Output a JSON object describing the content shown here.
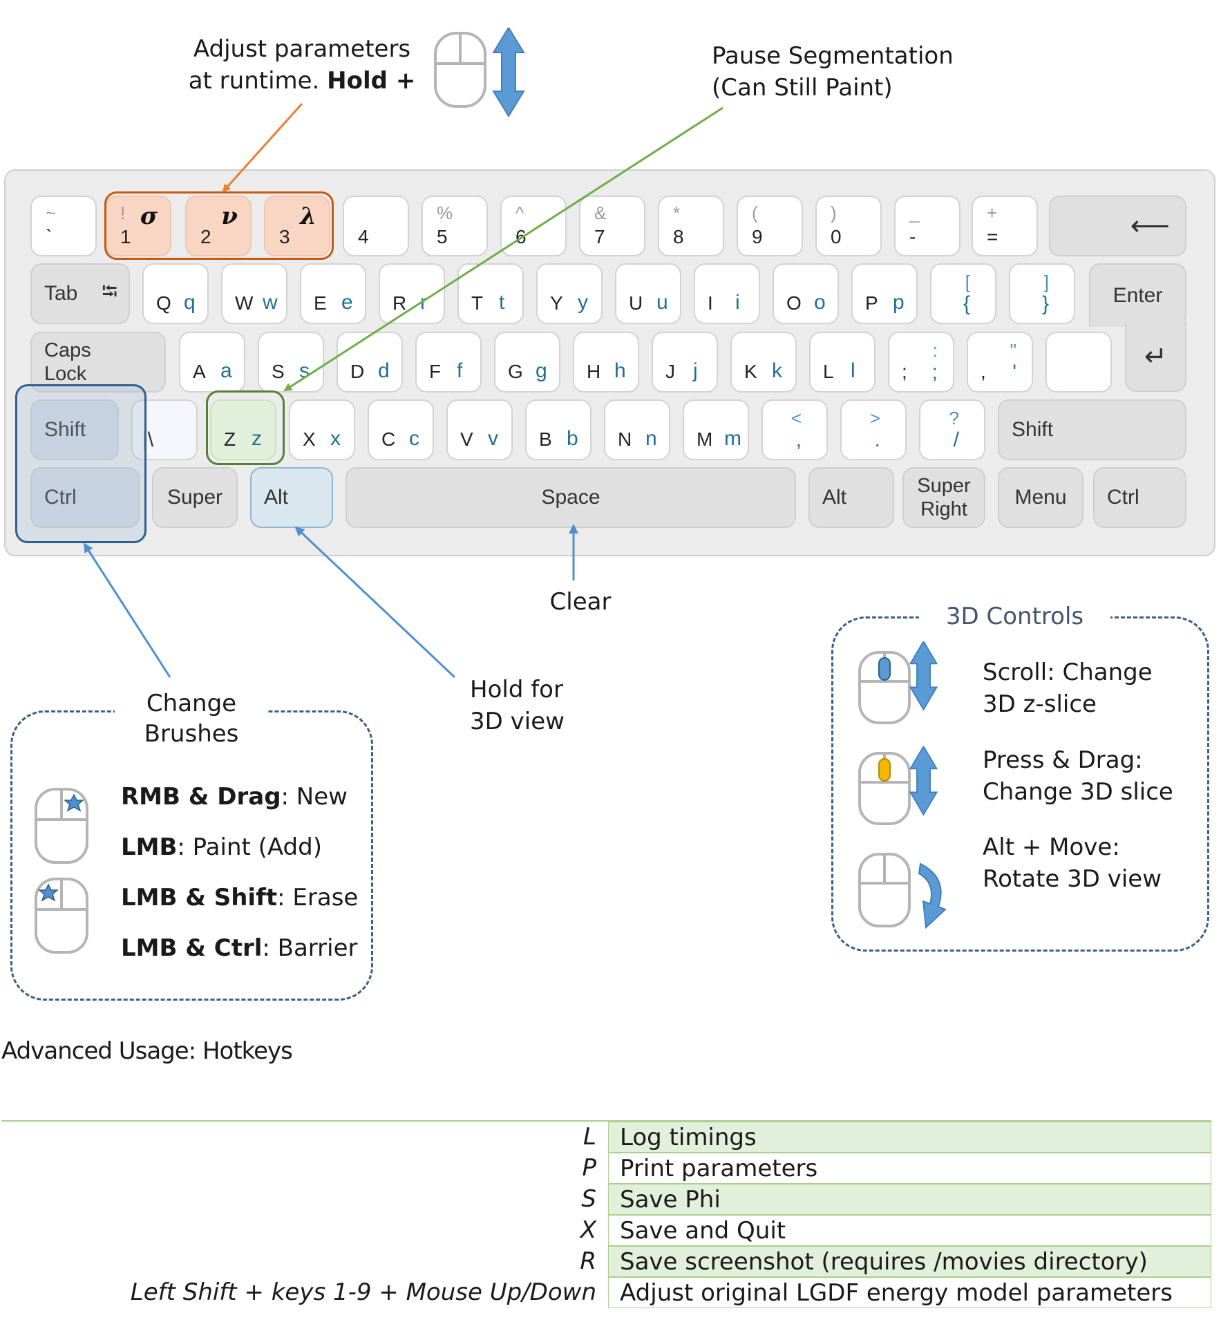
{
  "annotations": {
    "adjust_params": [
      "Adjust parameters",
      "at runtime. ",
      "Hold +"
    ],
    "pause_segmentation": [
      "Pause Segmentation",
      "(Can Still Paint)"
    ],
    "clear": "Clear",
    "hold_3d": [
      "Hold for",
      "3D view"
    ]
  },
  "keyboard": {
    "row1": [
      {
        "shift": "~",
        "base": "`"
      },
      {
        "shift": "!",
        "base": "1",
        "greek": "σ"
      },
      {
        "shift": "",
        "base": "2",
        "greek": "ν"
      },
      {
        "shift": "",
        "base": "3",
        "greek": "λ"
      },
      {
        "shift": "",
        "base": "4"
      },
      {
        "shift": "%",
        "base": "5"
      },
      {
        "shift": "^",
        "base": "6"
      },
      {
        "shift": "&",
        "base": "7"
      },
      {
        "shift": "*",
        "base": "8"
      },
      {
        "shift": "(",
        "base": "9"
      },
      {
        "shift": ")",
        "base": "0"
      },
      {
        "shift": "_",
        "base": "-"
      },
      {
        "shift": "+",
        "base": "="
      }
    ],
    "backspace_glyph": "⟵",
    "tab_label": "Tab",
    "tab_glyph": "⭾",
    "row2_letters": [
      {
        "up": "Q",
        "lo": "q"
      },
      {
        "up": "W",
        "lo": "w"
      },
      {
        "up": "E",
        "lo": "e"
      },
      {
        "up": "R",
        "lo": "r"
      },
      {
        "up": "T",
        "lo": "t"
      },
      {
        "up": "Y",
        "lo": "y"
      },
      {
        "up": "U",
        "lo": "u"
      },
      {
        "up": "I",
        "lo": "i"
      },
      {
        "up": "O",
        "lo": "o"
      },
      {
        "up": "P",
        "lo": "p"
      }
    ],
    "row2_syms": [
      {
        "top": "[",
        "bot": "{"
      },
      {
        "top": "]",
        "bot": "}"
      }
    ],
    "enter_label": "Enter",
    "enter_glyph": "↵",
    "caps_label": [
      "Caps",
      "Lock"
    ],
    "row3_letters": [
      {
        "up": "A",
        "lo": "a"
      },
      {
        "up": "S",
        "lo": "s"
      },
      {
        "up": "D",
        "lo": "d"
      },
      {
        "up": "F",
        "lo": "f"
      },
      {
        "up": "G",
        "lo": "g"
      },
      {
        "up": "H",
        "lo": "h"
      },
      {
        "up": "J",
        "lo": "j"
      },
      {
        "up": "K",
        "lo": "k"
      },
      {
        "up": "L",
        "lo": "l"
      }
    ],
    "row3_syms": [
      {
        "left": ";",
        "top": ":",
        "bot": ";"
      },
      {
        "left": ",",
        "top": "\"",
        "bot": "'"
      }
    ],
    "shift_label": "Shift",
    "backslash": "|\\",
    "row4_letters": [
      {
        "up": "Z",
        "lo": "z"
      },
      {
        "up": "X",
        "lo": "x"
      },
      {
        "up": "C",
        "lo": "c"
      },
      {
        "up": "V",
        "lo": "v"
      },
      {
        "up": "B",
        "lo": "b"
      },
      {
        "up": "N",
        "lo": "n"
      },
      {
        "up": "M",
        "lo": "m"
      }
    ],
    "row4_syms": [
      {
        "top": "<",
        "bot": ","
      },
      {
        "top": ">",
        "bot": "."
      },
      {
        "top": "?",
        "bot": "/"
      }
    ],
    "ctrl_label": "Ctrl",
    "super_label": "Super",
    "alt_label": "Alt",
    "space_label": "Space",
    "super_right_label": [
      "Super",
      "Right"
    ],
    "menu_label": "Menu"
  },
  "brushes": {
    "title": [
      "Change",
      "Brushes"
    ],
    "items": [
      {
        "bold": "RMB & Drag",
        "text": ": New"
      },
      {
        "bold": "LMB",
        "text": ": Paint (Add)"
      },
      {
        "bold": "LMB & Shift",
        "text": ": Erase"
      },
      {
        "bold": "LMB & Ctrl",
        "text": ": Barrier"
      }
    ]
  },
  "controls3d": {
    "title": "3D Controls",
    "items": [
      [
        "Scroll: Change",
        "3D z-slice"
      ],
      [
        "Press & Drag:",
        "Change 3D slice"
      ],
      [
        "Alt + Move:",
        "Rotate 3D view"
      ]
    ]
  },
  "hotkeys": {
    "heading": "Advanced Usage: Hotkeys",
    "rows": [
      {
        "key": "L",
        "desc": "Log timings",
        "shaded": true
      },
      {
        "key": "P",
        "desc": "Print parameters",
        "shaded": false
      },
      {
        "key": "S",
        "desc": "Save Phi",
        "shaded": true
      },
      {
        "key": "X",
        "desc": "Save and Quit",
        "shaded": false
      },
      {
        "key": "R",
        "desc": "Save screenshot (requires /movies directory)",
        "shaded": true
      },
      {
        "key": "Left Shift + keys 1-9 + Mouse Up/Down",
        "desc": "Adjust original LGDF energy model parameters",
        "shaded": false
      }
    ]
  },
  "colors": {
    "orange": "#ed7d31",
    "orange_fill": "#f8d6c3",
    "green": "#70ad47",
    "green_fill": "#e2efda",
    "blue": "#2e5f8e",
    "blue_fill": "#ccd8e4",
    "light_blue": "#5b9bd5",
    "arrow_blue": "#4f8fd0",
    "key_blue_text": "#1f6f94",
    "table_shade": "#e2efda",
    "mouse_scroll_blue": "#5b9bd5",
    "mouse_scroll_yellow": "#f5b800"
  }
}
